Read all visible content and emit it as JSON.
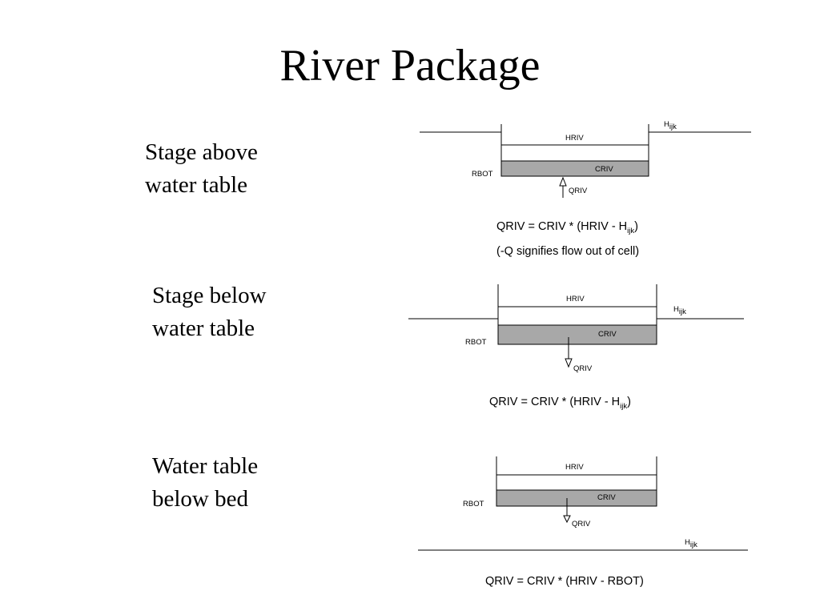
{
  "title": "River Package",
  "cases": [
    {
      "label_line1": "Stage above",
      "label_line2": "water table",
      "hriv": "HRIV",
      "criv": "CRIV",
      "rbot": "RBOT",
      "qriv": "QRIV",
      "head_main": "H",
      "head_sub": "ijk",
      "equation_main": "QRIV = CRIV * (HRIV - H",
      "equation_sub": "ijk",
      "equation_end": ")",
      "note": "(-Q signifies flow out of cell)"
    },
    {
      "label_line1": "Stage below",
      "label_line2": "water table",
      "hriv": "HRIV",
      "criv": "CRIV",
      "rbot": "RBOT",
      "qriv": "QRIV",
      "head_main": "H",
      "head_sub": "ijk",
      "equation_main": "QRIV = CRIV * (HRIV - H",
      "equation_sub": "ijk",
      "equation_end": ")"
    },
    {
      "label_line1": "Water table",
      "label_line2": "below bed",
      "hriv": "HRIV",
      "criv": "CRIV",
      "rbot": "RBOT",
      "qriv": "QRIV",
      "head_main": "H",
      "head_sub": "ijk",
      "equation": "QRIV = CRIV * (HRIV - RBOT)"
    }
  ],
  "colors": {
    "criv_fill": "#a8a8a8",
    "line": "#000000"
  }
}
